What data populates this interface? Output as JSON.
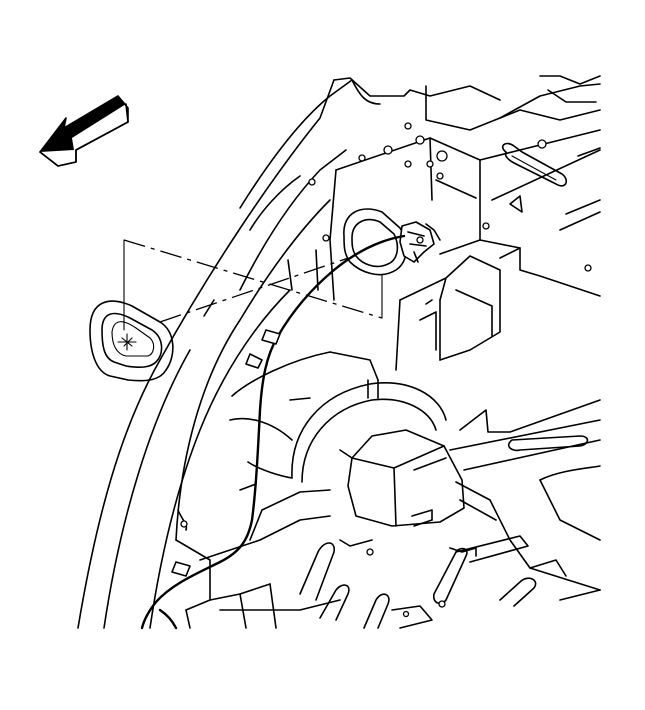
{
  "diagram": {
    "parts": [
      {
        "name": "direction-arrow",
        "icon": "arrow-left-icon"
      },
      {
        "name": "grommet",
        "icon": "grommet-icon"
      },
      {
        "name": "wiring-harness",
        "icon": "harness-icon"
      },
      {
        "name": "body-panel",
        "icon": "panel-icon"
      },
      {
        "name": "connector",
        "icon": "connector-icon"
      }
    ],
    "colors": {
      "line": "#000000",
      "background": "#ffffff"
    }
  }
}
